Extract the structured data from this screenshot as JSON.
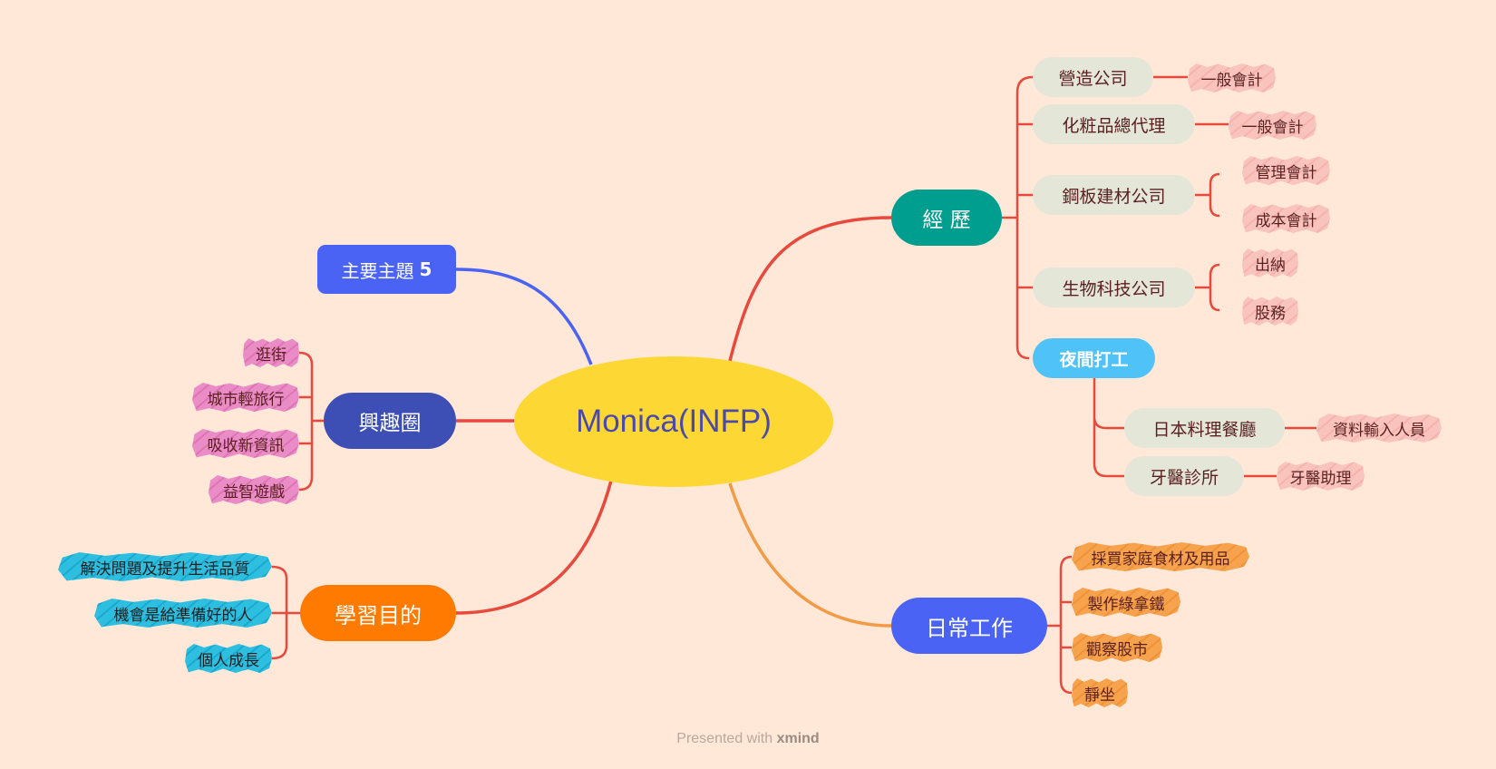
{
  "central": {
    "label": "Monica(INFP)",
    "color": "#fdd835"
  },
  "topics": {
    "experience": {
      "label": "經 歷",
      "color": "#009e8e",
      "children": [
        {
          "label": "營造公司",
          "leaves": [
            "一般會計"
          ]
        },
        {
          "label": "化粧品總代理",
          "leaves": [
            "一般會計"
          ]
        },
        {
          "label": "鋼板建材公司",
          "leaves": [
            "管理會計",
            "成本會計"
          ]
        },
        {
          "label": "生物科技公司",
          "leaves": [
            "出納",
            "股務"
          ]
        }
      ],
      "night_job": {
        "label": "夜間打工",
        "children": [
          {
            "label": "日本料理餐廳",
            "leaves": [
              "資料輸入人員"
            ]
          },
          {
            "label": "牙醫診所",
            "leaves": [
              "牙醫助理"
            ]
          }
        ]
      }
    },
    "daily": {
      "label": "日常工作",
      "color": "#4a63f5",
      "leaves": [
        "採買家庭食材及用品",
        "製作綠拿鐵",
        "觀察股市",
        "靜坐"
      ]
    },
    "topic5": {
      "label": "主要主題",
      "number": "5",
      "color": "#4a63f5"
    },
    "hobby": {
      "label": "興趣圈",
      "color": "#3d4fb5",
      "leaves": [
        "逛街",
        "城市輕旅行",
        "吸收新資訊",
        "益智遊戲"
      ]
    },
    "learning": {
      "label": "學習目的",
      "color": "#ff7a00",
      "leaves": [
        "解決問題及提升生活品質",
        "機會是給準備好的人",
        "個人成長"
      ]
    }
  },
  "footer": {
    "prefix": "Presented with",
    "brand": "xmind"
  }
}
